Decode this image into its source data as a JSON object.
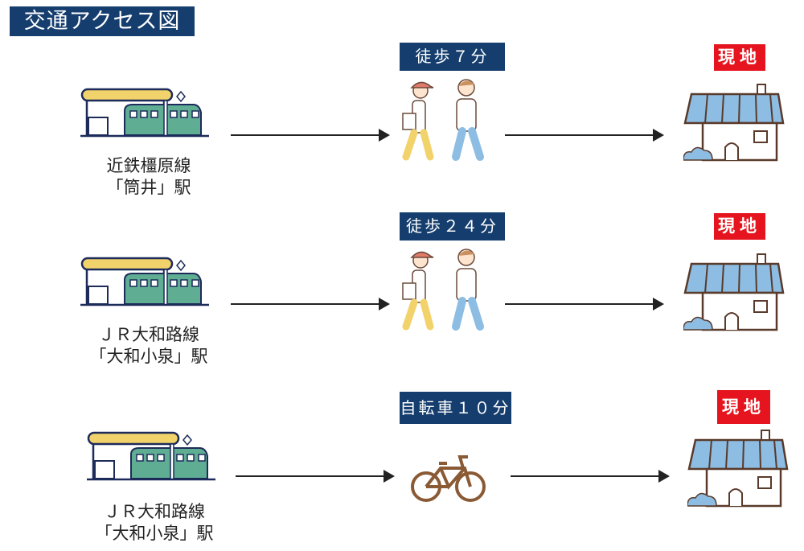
{
  "title": "交通アクセス図",
  "routes": [
    {
      "station_line1": "近鉄橿原線",
      "station_line2": "「筒井」駅",
      "mode": "徒歩７分",
      "mode_icon": "walkers-icon",
      "destination": "現地"
    },
    {
      "station_line1": "ＪＲ大和路線",
      "station_line2": "「大和小泉」駅",
      "mode": "徒歩２４分",
      "mode_icon": "walkers-icon",
      "destination": "現地"
    },
    {
      "station_line1": "ＪＲ大和路線",
      "station_line2": "「大和小泉」駅",
      "mode": "自転車１０分",
      "mode_icon": "bicycle-icon",
      "destination": "現地"
    }
  ],
  "colors": {
    "navy": "#153e6e",
    "red": "#e5141e",
    "train": "#5fae94",
    "roof": "#f2d36b",
    "house_roof": "#8dbde3"
  }
}
